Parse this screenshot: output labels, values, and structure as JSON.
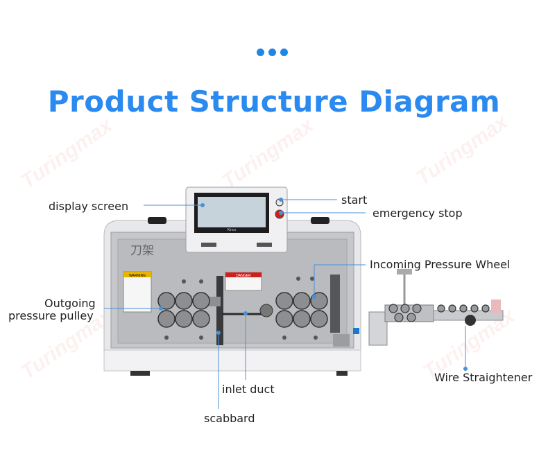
{
  "title": "Product Structure Diagram",
  "watermark": "Turingmax",
  "machine": {
    "warning_label": "WARNING",
    "danger_label": "DANGER",
    "screen_brand": "Kinco",
    "chinese_mark": "刀架"
  },
  "labels": {
    "display_screen": "display screen",
    "start": "start",
    "emergency_stop": "emergency stop",
    "incoming_pressure_wheel": "Incoming Pressure Wheel",
    "outgoing_line1": "Outgoing",
    "outgoing_line2": "pressure pulley",
    "inlet_duct": "inlet duct",
    "scabbard": "scabbard",
    "wire_straightener": "Wire Straightener"
  },
  "colors": {
    "accent": "#2a8af0",
    "leader": "#4a8fd8"
  }
}
